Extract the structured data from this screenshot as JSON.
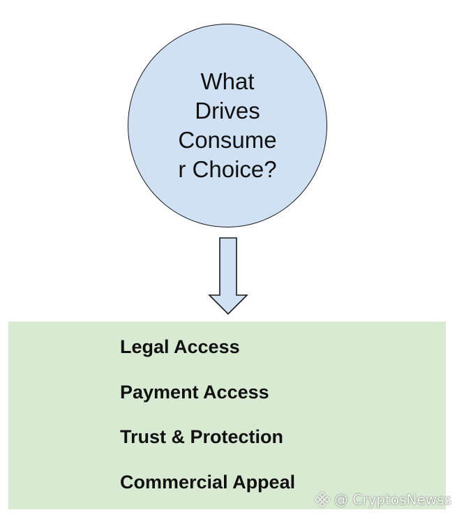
{
  "question": {
    "lines": [
      "What",
      "Drives",
      "Consume",
      "r Choice?"
    ],
    "fill_color": "#cfe1f3",
    "stroke_color": "#1a1a1a"
  },
  "arrow": {
    "fill_color": "#cfe1f3",
    "icon": "down-arrow-icon"
  },
  "drivers": {
    "fill_color": "#d9ead3",
    "items": [
      {
        "label": "Legal Access"
      },
      {
        "label": "Payment Access"
      },
      {
        "label": "Trust & Protection"
      },
      {
        "label": "Commercial Appeal"
      }
    ]
  },
  "watermark": {
    "text": "@ CryptosNewss",
    "icon": "binance-logo-icon"
  }
}
